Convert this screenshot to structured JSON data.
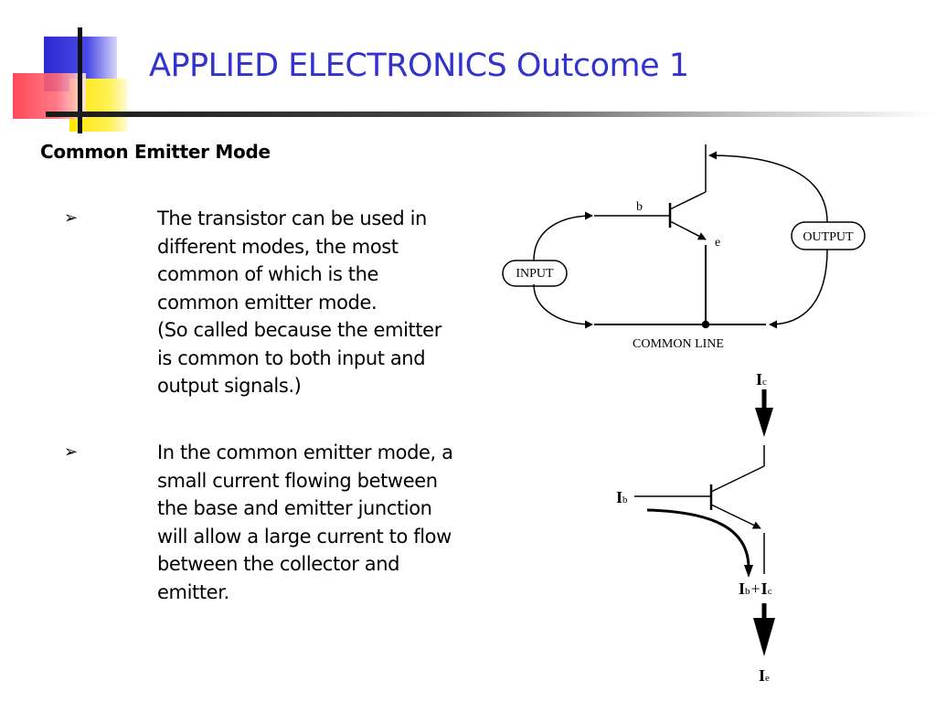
{
  "slide": {
    "title": "APPLIED ELECTRONICS Outcome 1",
    "subtitle": "Common Emitter Mode"
  },
  "bullets": [
    {
      "marker": "➢",
      "lines": [
        "The transistor can be used in",
        "different modes, the most",
        "common of which is the",
        "common emitter mode.",
        "(So called because the emitter",
        "is common to both input and",
        "output signals.)"
      ]
    },
    {
      "marker": "➢",
      "lines": [
        "In the common emitter mode, a",
        "small current flowing between",
        "the base and emitter junction",
        "will allow a large current to flow",
        "between the collector and",
        "emitter."
      ]
    }
  ],
  "circuit_diagram": {
    "base_label": "b",
    "emitter_label": "e",
    "input_label": "INPUT",
    "output_label": "OUTPUT",
    "common_line_label": "COMMON LINE"
  },
  "current_diagram": {
    "ic": {
      "main": "I",
      "sub": "c"
    },
    "ib": {
      "main": "I",
      "sub": "b"
    },
    "sum_ib": {
      "main": "I",
      "sub": "b"
    },
    "plus": "+",
    "sum_ic": {
      "main": "I",
      "sub": "c"
    },
    "ie": {
      "main": "I",
      "sub": "e"
    }
  },
  "colors": {
    "title": "#3333cc",
    "logo_blue": "#3333dd",
    "logo_yellow": "#ffee00",
    "logo_red": "#ff4455"
  }
}
